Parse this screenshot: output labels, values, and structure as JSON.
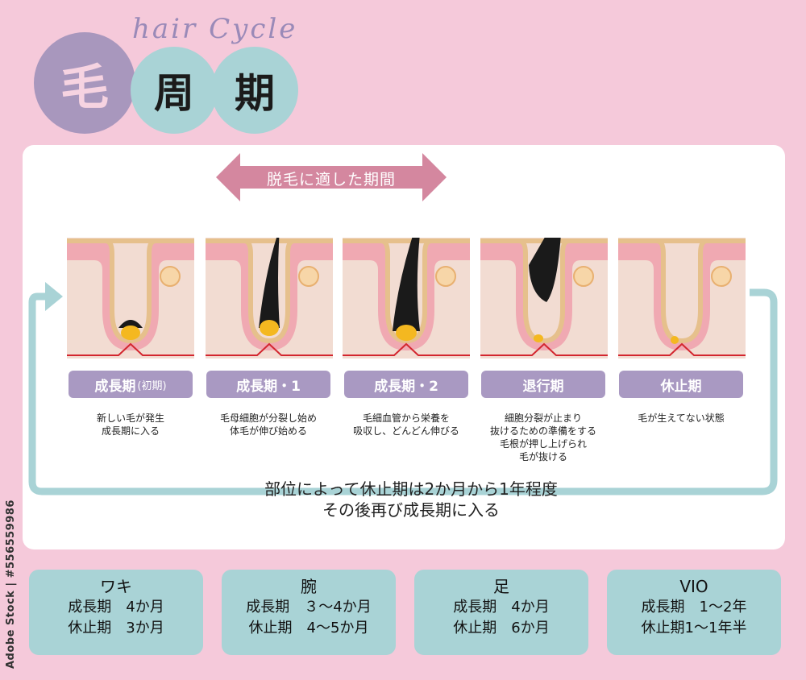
{
  "title": {
    "subtitle": "hair Cycle",
    "chars": [
      "毛",
      "周",
      "期"
    ]
  },
  "arrow_label": "脱毛に適した期間",
  "stages": [
    {
      "label": "成長期",
      "sublabel": "(初期)",
      "desc": [
        "新しい毛が発生",
        "成長期に入る"
      ]
    },
    {
      "label": "成長期・1",
      "sublabel": "",
      "desc": [
        "毛母細胞が分裂し始め",
        "体毛が伸び始める"
      ]
    },
    {
      "label": "成長期・2",
      "sublabel": "",
      "desc": [
        "毛細血管から栄養を",
        "吸収し、どんどん伸びる"
      ]
    },
    {
      "label": "退行期",
      "sublabel": "",
      "desc": [
        "細胞分裂が止まり",
        "抜けるための準備をする",
        "毛根が押し上げられ",
        "毛が抜ける"
      ]
    },
    {
      "label": "休止期",
      "sublabel": "",
      "desc": [
        "毛が生えてない状態"
      ]
    }
  ],
  "note": [
    "部位によって休止期は2か月から1年程度",
    "その後再び成長期に入る"
  ],
  "boxes": [
    {
      "name": "ワキ",
      "lines": [
        "成長期　4か月",
        "休止期　3か月"
      ]
    },
    {
      "name": "腕",
      "lines": [
        "成長期　３～4か月",
        "休止期　4～5か月"
      ]
    },
    {
      "name": "足",
      "lines": [
        "成長期　4か月",
        "休止期　6か月"
      ]
    },
    {
      "name": "VIO",
      "lines": [
        "成長期　1～2年",
        "休止期1～1年半"
      ]
    }
  ],
  "watermark": "Adobe Stock | #556559986",
  "colors": {
    "background": "#f5c9da",
    "purple": "#a999c2",
    "teal": "#a9d3d6",
    "arrow_pink": "#d4879f",
    "skin": "#f2dcd2",
    "epidermis": "#f0a9b2",
    "hair": "#1a1a1a",
    "bulb": "#f4b820"
  }
}
